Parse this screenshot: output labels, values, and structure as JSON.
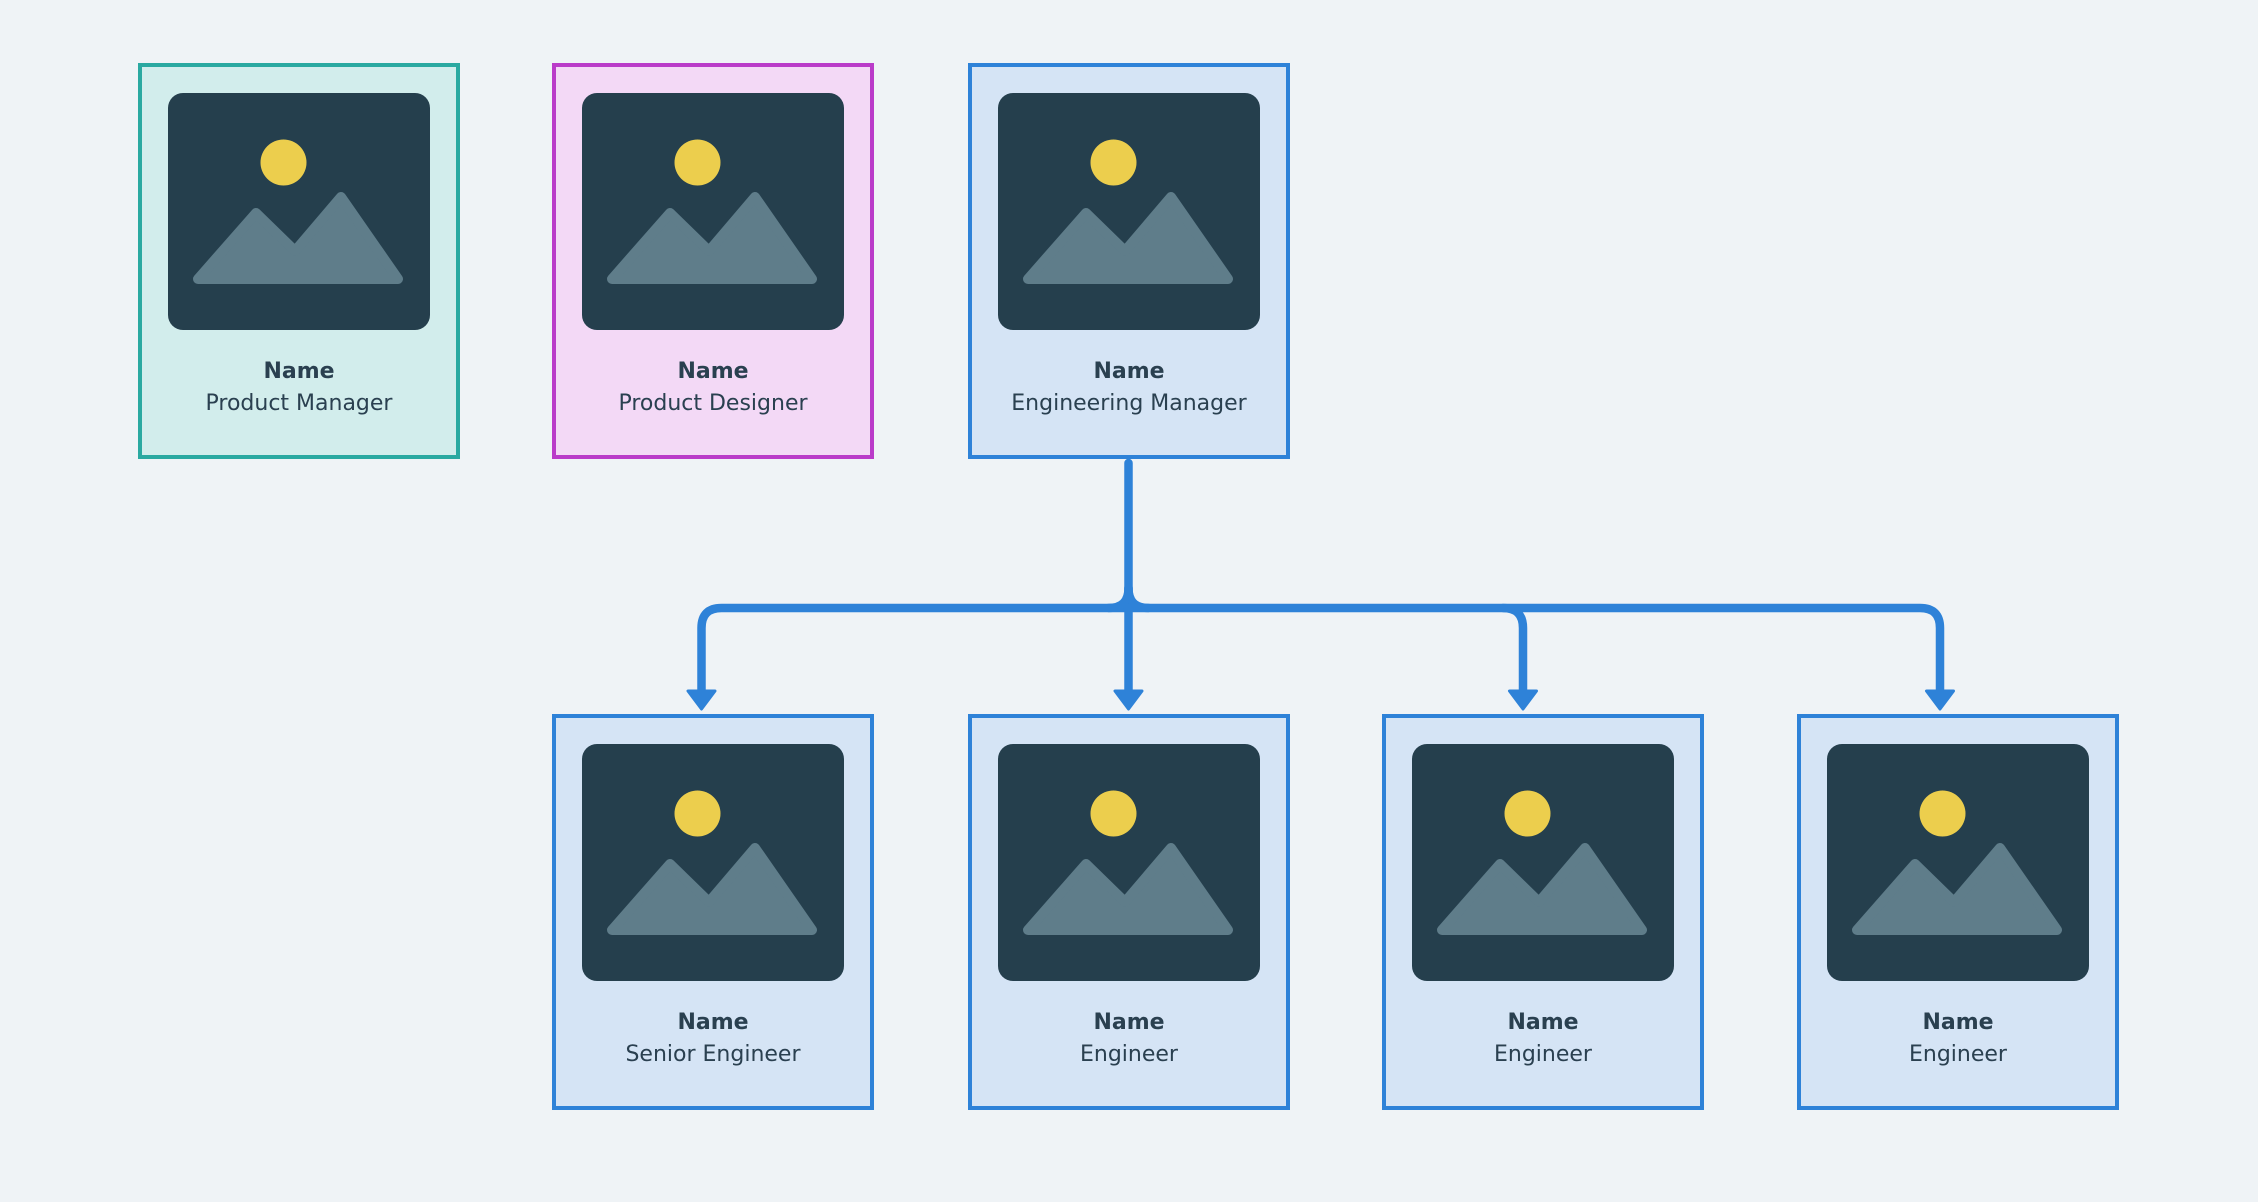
{
  "canvas": {
    "background": "#EFF3F6"
  },
  "colors": {
    "canvas_bg": "#EFF3F6",
    "connector": "#2E82D8",
    "photo_bg": "#253F4D",
    "photo_sun": "#ECCE4D",
    "photo_mountains": "#5F7D8A",
    "text": "#2A4050",
    "teal_border": "#2AA9A1",
    "teal_fill": "#D2EDEC",
    "magenta_border": "#BA3BC9",
    "magenta_fill": "#F3D9F6",
    "blue_border": "#2E82D8",
    "blue_fill": "#D5E4F5"
  },
  "cards": [
    {
      "id": "product-manager",
      "name": "Name",
      "role": "Product Manager",
      "border_color": "#2AA9A1",
      "fill_color": "#D2EDEC"
    },
    {
      "id": "product-designer",
      "name": "Name",
      "role": "Product Designer",
      "border_color": "#BA3BC9",
      "fill_color": "#F3D9F6"
    },
    {
      "id": "engineering-manager",
      "name": "Name",
      "role": "Engineering Manager",
      "border_color": "#2E82D8",
      "fill_color": "#D5E4F5"
    },
    {
      "id": "senior-engineer",
      "name": "Name",
      "role": "Senior Engineer",
      "border_color": "#2E82D8",
      "fill_color": "#D5E4F5"
    },
    {
      "id": "engineer-1",
      "name": "Name",
      "role": "Engineer",
      "border_color": "#2E82D8",
      "fill_color": "#D5E4F5"
    },
    {
      "id": "engineer-2",
      "name": "Name",
      "role": "Engineer",
      "border_color": "#2E82D8",
      "fill_color": "#D5E4F5"
    },
    {
      "id": "engineer-3",
      "name": "Name",
      "role": "Engineer",
      "border_color": "#2E82D8",
      "fill_color": "#D5E4F5"
    }
  ],
  "hierarchy": {
    "parent": "engineering-manager",
    "children": [
      "senior-engineer",
      "engineer-1",
      "engineer-2",
      "engineer-3"
    ]
  }
}
